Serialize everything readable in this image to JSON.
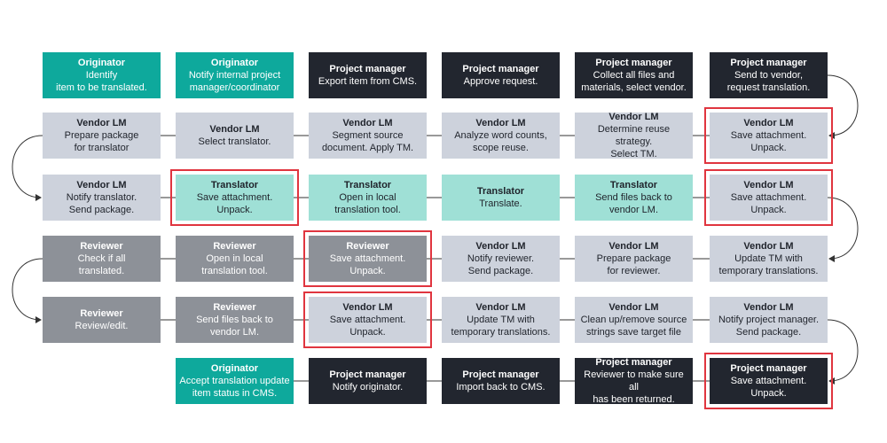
{
  "rows": [
    [
      {
        "role": "Originator",
        "desc": "Identify\nitem to be translated.",
        "type": "originator",
        "highlight": false
      },
      {
        "role": "Originator",
        "desc": "Notify internal project\nmanager/coordinator",
        "type": "originator",
        "highlight": false
      },
      {
        "role": "Project manager",
        "desc": "Export item from CMS.",
        "type": "pm",
        "highlight": false
      },
      {
        "role": "Project manager",
        "desc": "Approve request.",
        "type": "pm",
        "highlight": false
      },
      {
        "role": "Project manager",
        "desc": "Collect all files and\nmaterials, select vendor.",
        "type": "pm",
        "highlight": false
      },
      {
        "role": "Project manager",
        "desc": "Send to vendor,\nrequest translation.",
        "type": "pm",
        "highlight": false
      }
    ],
    [
      {
        "role": "Vendor LM",
        "desc": "Prepare package\nfor translator",
        "type": "vendor",
        "highlight": false
      },
      {
        "role": "Vendor LM",
        "desc": "Select translator.",
        "type": "vendor",
        "highlight": false
      },
      {
        "role": "Vendor LM",
        "desc": "Segment source\ndocument. Apply TM.",
        "type": "vendor",
        "highlight": false
      },
      {
        "role": "Vendor LM",
        "desc": "Analyze word counts,\nscope reuse.",
        "type": "vendor",
        "highlight": false
      },
      {
        "role": "Vendor LM",
        "desc": "Determine reuse strategy.\nSelect TM.",
        "type": "vendor",
        "highlight": false
      },
      {
        "role": "Vendor LM",
        "desc": "Save attachment.\nUnpack.",
        "type": "vendor",
        "highlight": true
      }
    ],
    [
      {
        "role": "Vendor LM",
        "desc": "Notify translator.\nSend package.",
        "type": "vendor",
        "highlight": false
      },
      {
        "role": "Translator",
        "desc": "Save attachment.\nUnpack.",
        "type": "translator",
        "highlight": true
      },
      {
        "role": "Translator",
        "desc": "Open in local\ntranslation tool.",
        "type": "translator",
        "highlight": false
      },
      {
        "role": "Translator",
        "desc": "Translate.",
        "type": "translator",
        "highlight": false
      },
      {
        "role": "Translator",
        "desc": "Send files back to\nvendor LM.",
        "type": "translator",
        "highlight": false
      },
      {
        "role": "Vendor LM",
        "desc": "Save attachment.\nUnpack.",
        "type": "vendor",
        "highlight": true
      }
    ],
    [
      {
        "role": "Reviewer",
        "desc": "Check if all\ntranslated.",
        "type": "reviewer",
        "highlight": false
      },
      {
        "role": "Reviewer",
        "desc": "Open in local\ntranslation tool.",
        "type": "reviewer",
        "highlight": false
      },
      {
        "role": "Reviewer",
        "desc": "Save attachment.\nUnpack.",
        "type": "reviewer",
        "highlight": true
      },
      {
        "role": "Vendor LM",
        "desc": "Notify reviewer.\nSend package.",
        "type": "vendor",
        "highlight": false
      },
      {
        "role": "Vendor LM",
        "desc": "Prepare package\nfor reviewer.",
        "type": "vendor",
        "highlight": false
      },
      {
        "role": "Vendor LM",
        "desc": "Update TM with\ntemporary translations.",
        "type": "vendor",
        "highlight": false
      }
    ],
    [
      {
        "role": "Reviewer",
        "desc": "Review/edit.",
        "type": "reviewer",
        "highlight": false
      },
      {
        "role": "Reviewer",
        "desc": "Send files back to\nvendor LM.",
        "type": "reviewer",
        "highlight": false
      },
      {
        "role": "Vendor LM",
        "desc": "Save attachment.\nUnpack.",
        "type": "vendor",
        "highlight": true
      },
      {
        "role": "Vendor LM",
        "desc": "Update TM with\ntemporary translations.",
        "type": "vendor",
        "highlight": false
      },
      {
        "role": "Vendor LM",
        "desc": "Clean up/remove source\nstrings save target file",
        "type": "vendor",
        "highlight": false
      },
      {
        "role": "Vendor LM",
        "desc": "Notify project manager.\nSend package.",
        "type": "vendor",
        "highlight": false
      }
    ],
    [
      null,
      {
        "role": "Originator",
        "desc": "Accept translation update\nitem status in CMS.",
        "type": "originator",
        "highlight": false
      },
      {
        "role": "Project manager",
        "desc": "Notify originator.",
        "type": "pm",
        "highlight": false
      },
      {
        "role": "Project manager",
        "desc": "Import back to CMS.",
        "type": "pm",
        "highlight": false
      },
      {
        "role": "Project manager",
        "desc": "Reviewer to make sure all\nhas been returned.",
        "type": "pm",
        "highlight": false
      },
      {
        "role": "Project manager",
        "desc": "Save attachment.\nUnpack.",
        "type": "pm",
        "highlight": true
      }
    ]
  ],
  "colors": {
    "originator": "#0ea99c",
    "project_manager": "#22262f",
    "vendor_lm": "#cdd2dc",
    "translator": "#9fe0d6",
    "reviewer": "#8d9198",
    "highlight": "#e0353f",
    "connector": "#333333"
  }
}
